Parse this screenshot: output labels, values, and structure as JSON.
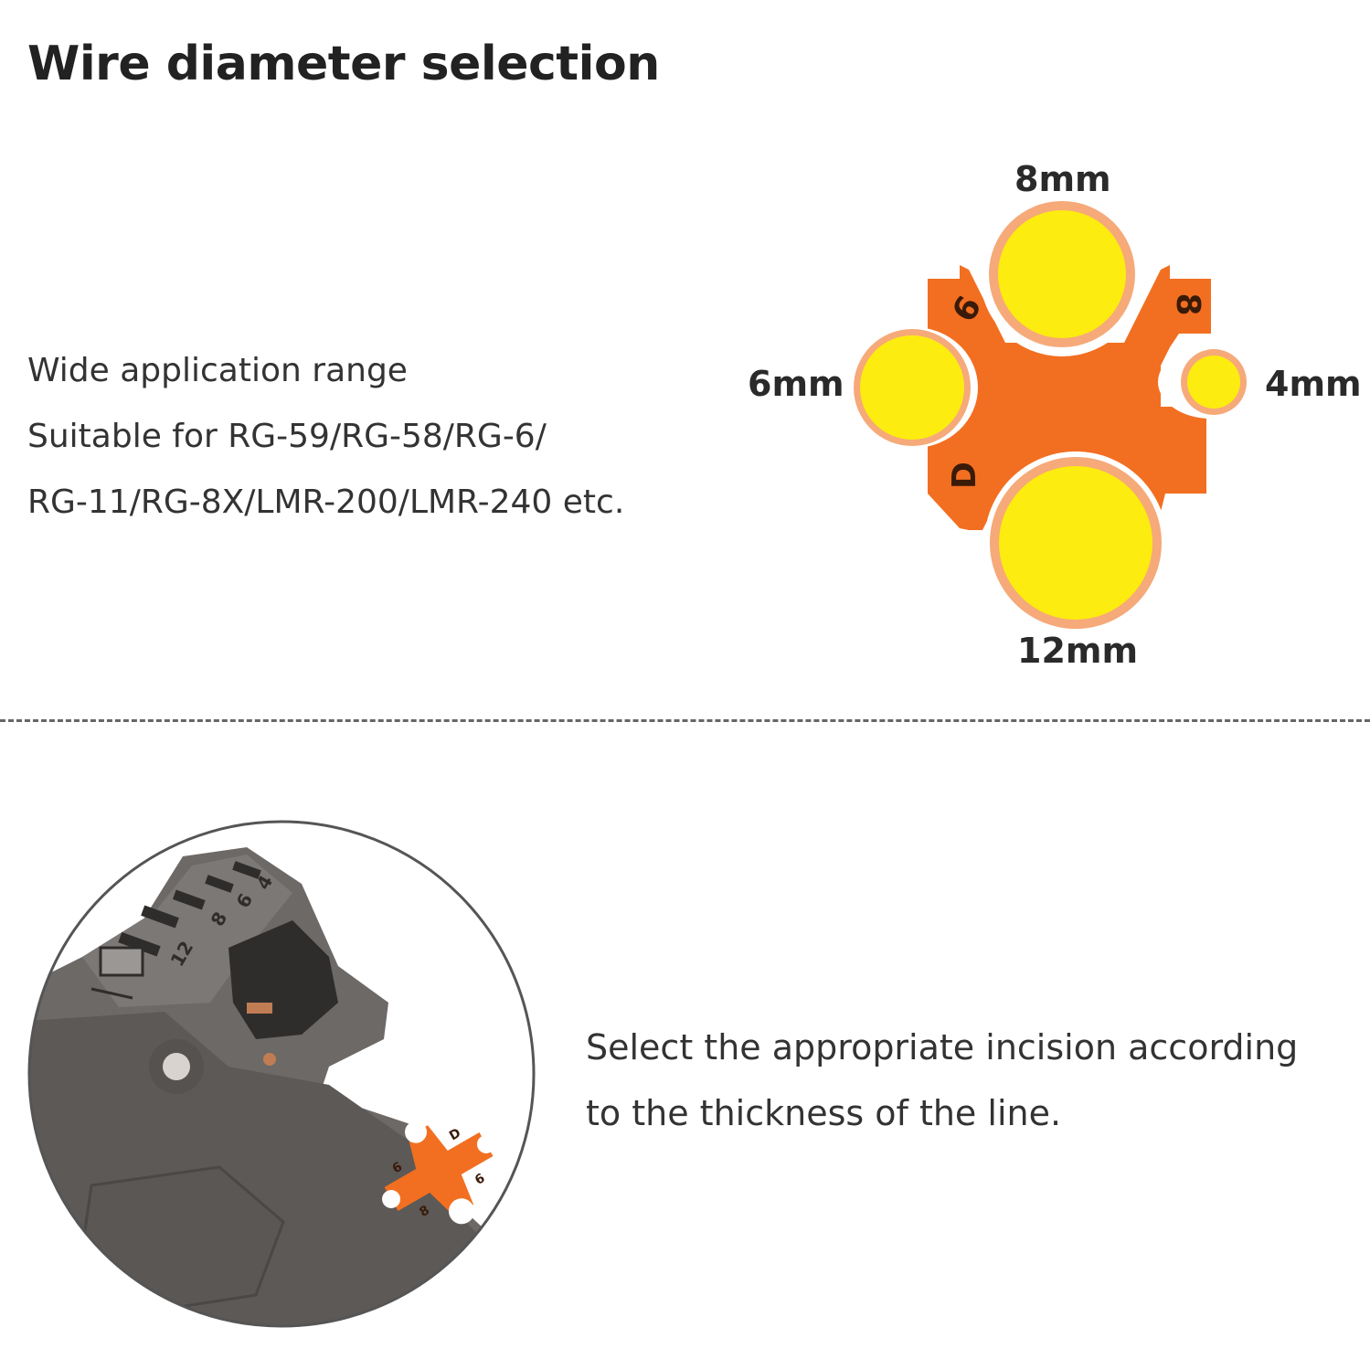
{
  "title": "Wire diameter selection",
  "description": {
    "line1": "Wide application range",
    "line2": "Suitable for RG-59/RG-58/RG-6/",
    "line3": "RG-11/RG-8X/LMR-200/LMR-240 etc."
  },
  "diagram": {
    "labels": {
      "top": "8mm",
      "left": "6mm",
      "right": "4mm",
      "bottom": "12mm"
    },
    "blade_marks": {
      "upper_left": "6",
      "upper_right": "8",
      "lower_left": "D"
    },
    "colors": {
      "blade": "#f26f21",
      "ring": "#f6a979",
      "hole": "#fdec0f"
    }
  },
  "photo": {
    "scale_marks": [
      "4",
      "6",
      "8",
      "12"
    ],
    "blade_marks": [
      "6",
      "D",
      "6",
      "8"
    ]
  },
  "caption": {
    "line1": "Select the appropriate incision according",
    "line2": "to the thickness of the line."
  }
}
